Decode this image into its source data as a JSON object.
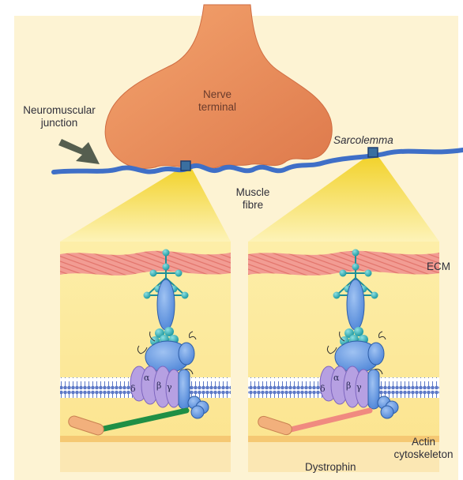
{
  "labels": {
    "nmj_line1": "Neuromuscular",
    "nmj_line2": "junction",
    "nerve_line1": "Nerve",
    "nerve_line2": "terminal",
    "sarcolemma": "Sarcolemma",
    "muscle_line1": "Muscle",
    "muscle_line2": "fibre",
    "ecm": "ECM",
    "actin_line1": "Actin",
    "actin_line2": "cytoskeleton",
    "dystrophin": "Dystrophin"
  },
  "greek": {
    "delta": "δ",
    "alpha": "α",
    "beta": "β",
    "gamma": "γ"
  },
  "colors": {
    "background": "#fdf3d3",
    "nerve": "#e88e5e",
    "membrane": "#3f6fc7",
    "ecm": "#ef8a82",
    "panel": "#fce79a",
    "dystroglycan": "#7aa6e8",
    "sugar": "#35b3b8",
    "sarcoglycan": "#b39be0",
    "dystrophin_normal": "#1f8f45",
    "dystrophin_defective": "#f08a80",
    "actin": "#f2b07c"
  }
}
